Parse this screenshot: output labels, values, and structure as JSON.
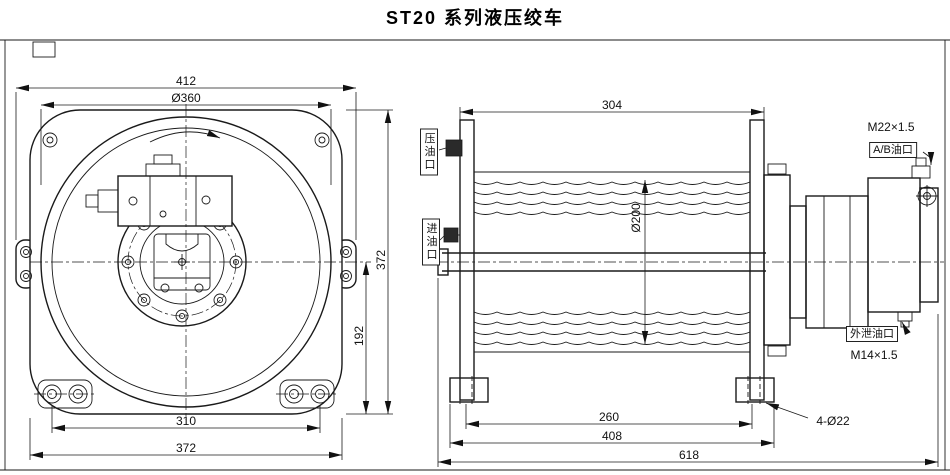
{
  "title": "ST20 系列液压绞车",
  "colors": {
    "ink": "#1a1a1a",
    "paper": "#ffffff"
  },
  "front_view": {
    "width_top": "412",
    "drum_diameter": "Ø360",
    "height": "372",
    "center_to_base": "192",
    "bolt_spacing": "310",
    "width_bottom": "372"
  },
  "side_view": {
    "drum_length": "304",
    "drum_diameter": "Ø200",
    "port_thread": "M22×1.5",
    "work_port": "A/B油口",
    "drain_port": "外泄油口",
    "drain_thread": "M14×1.5",
    "mount_holes": "4-Ø22",
    "bolt_spacing": "260",
    "base_length": "408",
    "overall_length": "618",
    "pressure_port": "压油口",
    "inlet_port": "进油口"
  }
}
